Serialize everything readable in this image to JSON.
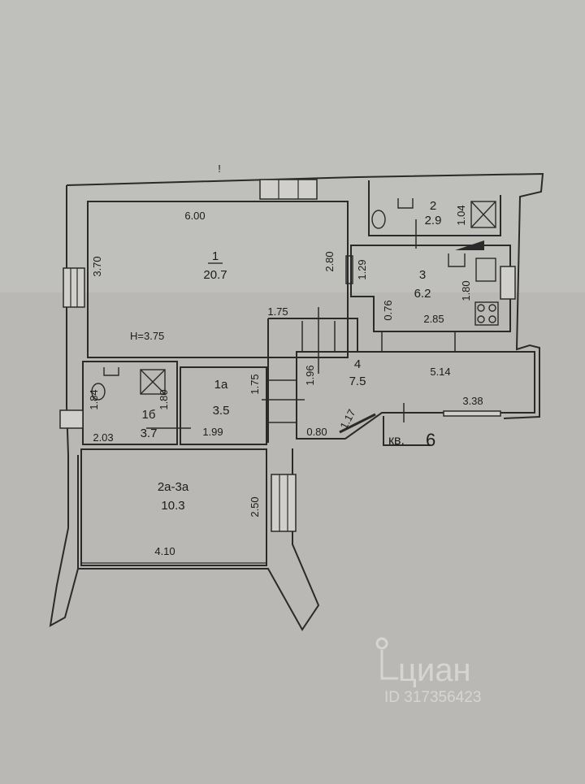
{
  "plan": {
    "mark": "!",
    "rooms": {
      "r1": {
        "num": "1",
        "area": "20.7"
      },
      "r2": {
        "num": "2",
        "area": "2.9"
      },
      "r3": {
        "num": "3",
        "area": "6.2"
      },
      "r4": {
        "num": "4",
        "area": "7.5"
      },
      "r1a": {
        "num": "1а",
        "area": "3.5"
      },
      "r1b": {
        "num": "1б",
        "area": "3.7"
      },
      "r2a3a": {
        "num": "2а-3а",
        "area": "10.3"
      }
    },
    "height": "H=3.75",
    "dims": {
      "d600": "6.00",
      "d370": "3.70",
      "d280": "2.80",
      "d175a": "1.75",
      "d104": "1.04",
      "d129": "1.29",
      "d076": "0.76",
      "d180k": "1.80",
      "d285": "2.85",
      "d196": "1.96",
      "d514": "5.14",
      "d175b": "1.75",
      "d338": "3.38",
      "d117": "1.17",
      "d080": "0.80",
      "d184": "1.84",
      "d180b": "1.80",
      "d203": "2.03",
      "d199": "1.99",
      "d250": "2.50",
      "d410": "4.10"
    },
    "apartment_label": "кв.",
    "apartment_number": "6"
  },
  "watermark": {
    "brand": "циан",
    "id": "ID 317356423"
  }
}
